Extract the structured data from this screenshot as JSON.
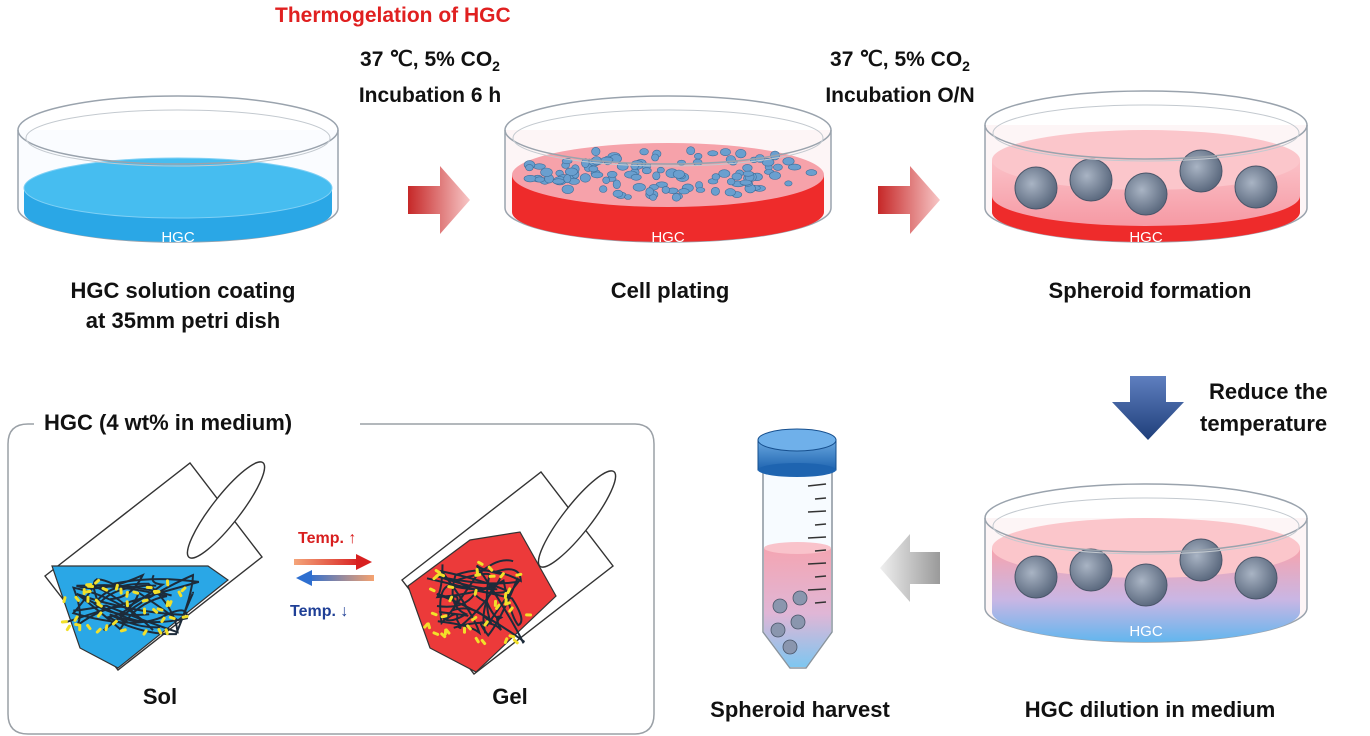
{
  "title": "Thermogelation of HGC",
  "step1": {
    "line1": "37 ℃, 5% CO",
    "sub": "2",
    "line2": "Incubation 6 h"
  },
  "step2": {
    "line1": "37 ℃, 5% CO",
    "sub": "2",
    "line2": "Incubation O/N"
  },
  "dish_label": "HGC",
  "captions": {
    "coating_1": "HGC solution coating",
    "coating_2": "at 35mm petri dish",
    "plating": "Cell plating",
    "spheroid": "Spheroid formation",
    "dilution": "HGC dilution in medium",
    "harvest": "Spheroid harvest"
  },
  "reduce": {
    "line1": "Reduce the",
    "line2": "temperature"
  },
  "inset": {
    "title": "HGC (4 wt% in medium)",
    "sol": "Sol",
    "gel": "Gel",
    "temp_up": "Temp. ↑",
    "temp_down": "Temp. ↓"
  },
  "colors": {
    "blue_medium": "#36b4ec",
    "red_medium": "#ee2b2b",
    "pink_medium": "#f7a3ad",
    "title_red": "#e02020",
    "down_arrow": "#2e4f8f"
  }
}
